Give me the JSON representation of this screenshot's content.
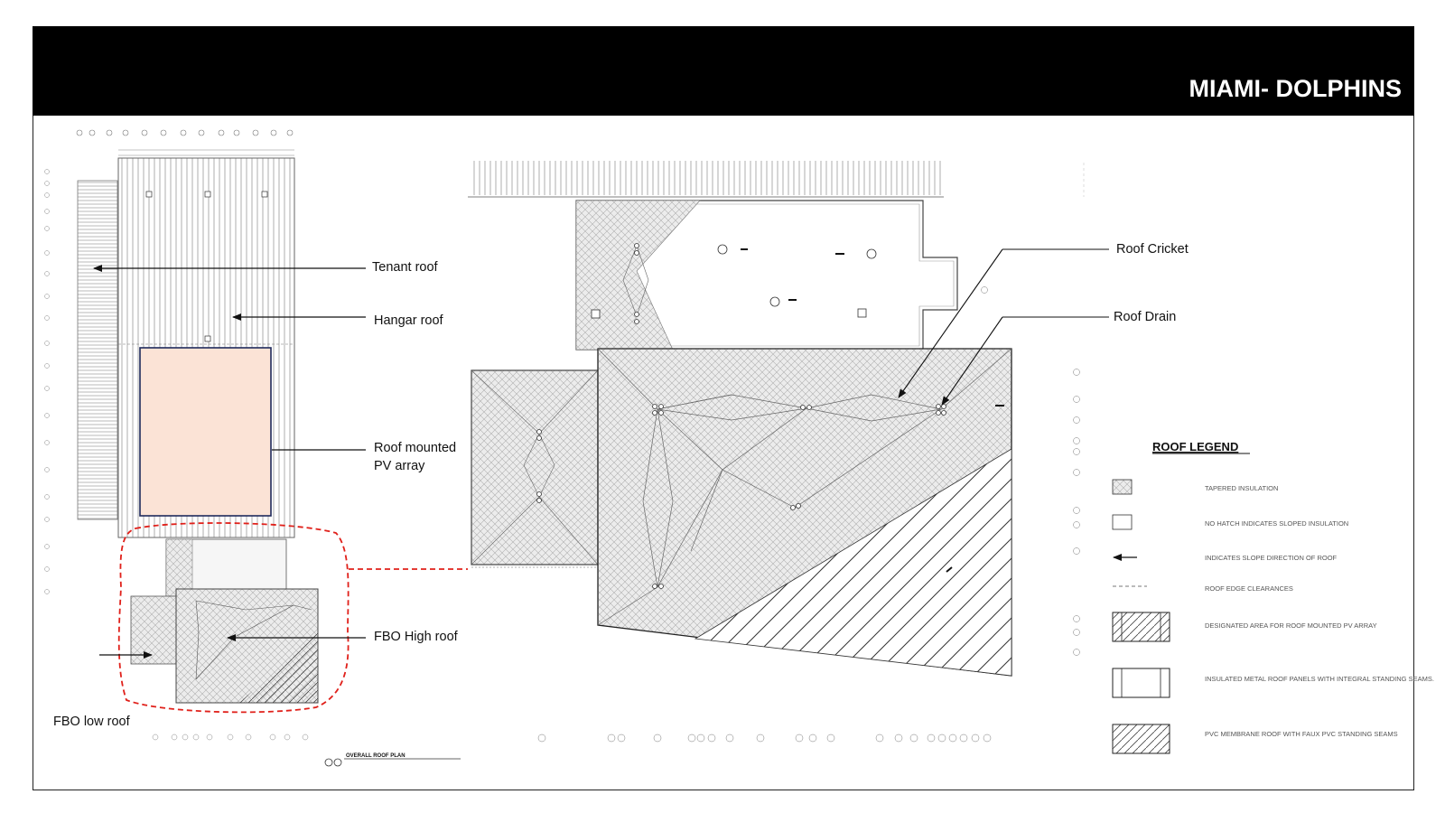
{
  "header": {
    "title": "MIAMI- DOLPHINS"
  },
  "annotations": {
    "tenant_roof": "Tenant roof",
    "hangar_roof": "Hangar roof",
    "pv_array_line1": "Roof mounted",
    "pv_array_line2": "PV array",
    "fbo_high_roof": "FBO High roof",
    "fbo_low_roof": "FBO low roof",
    "roof_cricket": "Roof Cricket",
    "roof_drain": "Roof Drain"
  },
  "plan_caption": "OVERALL ROOF PLAN",
  "legend": {
    "title": "ROOF LEGEND",
    "items": [
      {
        "symbol": "crosshatch",
        "label": "TAPERED INSULATION"
      },
      {
        "symbol": "empty",
        "label": "NO HATCH INDICATES SLOPED INSULATION"
      },
      {
        "symbol": "arrow",
        "label": "INDICATES SLOPE DIRECTION OF ROOF"
      },
      {
        "symbol": "dashed",
        "label": "ROOF EDGE CLEARANCES"
      },
      {
        "symbol": "diagonal-framed",
        "label": "DESIGNATED AREA FOR ROOF MOUNTED PV ARRAY"
      },
      {
        "symbol": "panel",
        "label": "INSULATED METAL ROOF PANELS WITH INTEGRAL STANDING SEAMS."
      },
      {
        "symbol": "diagonal",
        "label": "PVC MEMBRANE ROOF WITH FAUX PVC STANDING SEAMS"
      }
    ]
  },
  "colors": {
    "pv_fill": "#fbe3d6",
    "pv_border": "#1f2a5c",
    "callout_dash": "#e0201a"
  }
}
